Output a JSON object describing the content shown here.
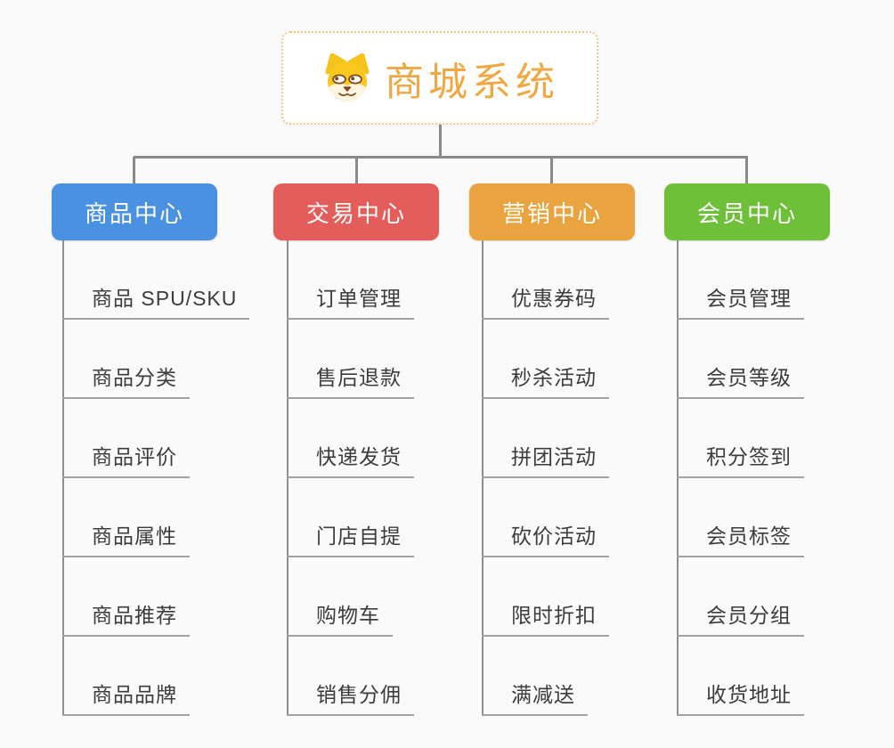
{
  "root": {
    "title": "商城系统",
    "icon": "shiba-dog-face-icon"
  },
  "theme": {
    "background": "#fafafa",
    "root_text": "#f0a843",
    "root_border": "#f2c785",
    "connector": "#8a8a8a",
    "leaf_text": "#3c3c3c",
    "leaf_underline": "#a2a2a2"
  },
  "branches": [
    {
      "label": "商品中心",
      "color": "#4b91e2",
      "items": [
        "商品 SPU/SKU",
        "商品分类",
        "商品评价",
        "商品属性",
        "商品推荐",
        "商品品牌"
      ]
    },
    {
      "label": "交易中心",
      "color": "#e35d5b",
      "items": [
        "订单管理",
        "售后退款",
        "快递发货",
        "门店自提",
        "购物车",
        "销售分佣"
      ]
    },
    {
      "label": "营销中心",
      "color": "#e9a43f",
      "items": [
        "优惠券码",
        "秒杀活动",
        "拼团活动",
        "砍价活动",
        "限时折扣",
        "满减送"
      ]
    },
    {
      "label": "会员中心",
      "color": "#6ec038",
      "items": [
        "会员管理",
        "会员等级",
        "积分签到",
        "会员标签",
        "会员分组",
        "收货地址"
      ]
    }
  ]
}
